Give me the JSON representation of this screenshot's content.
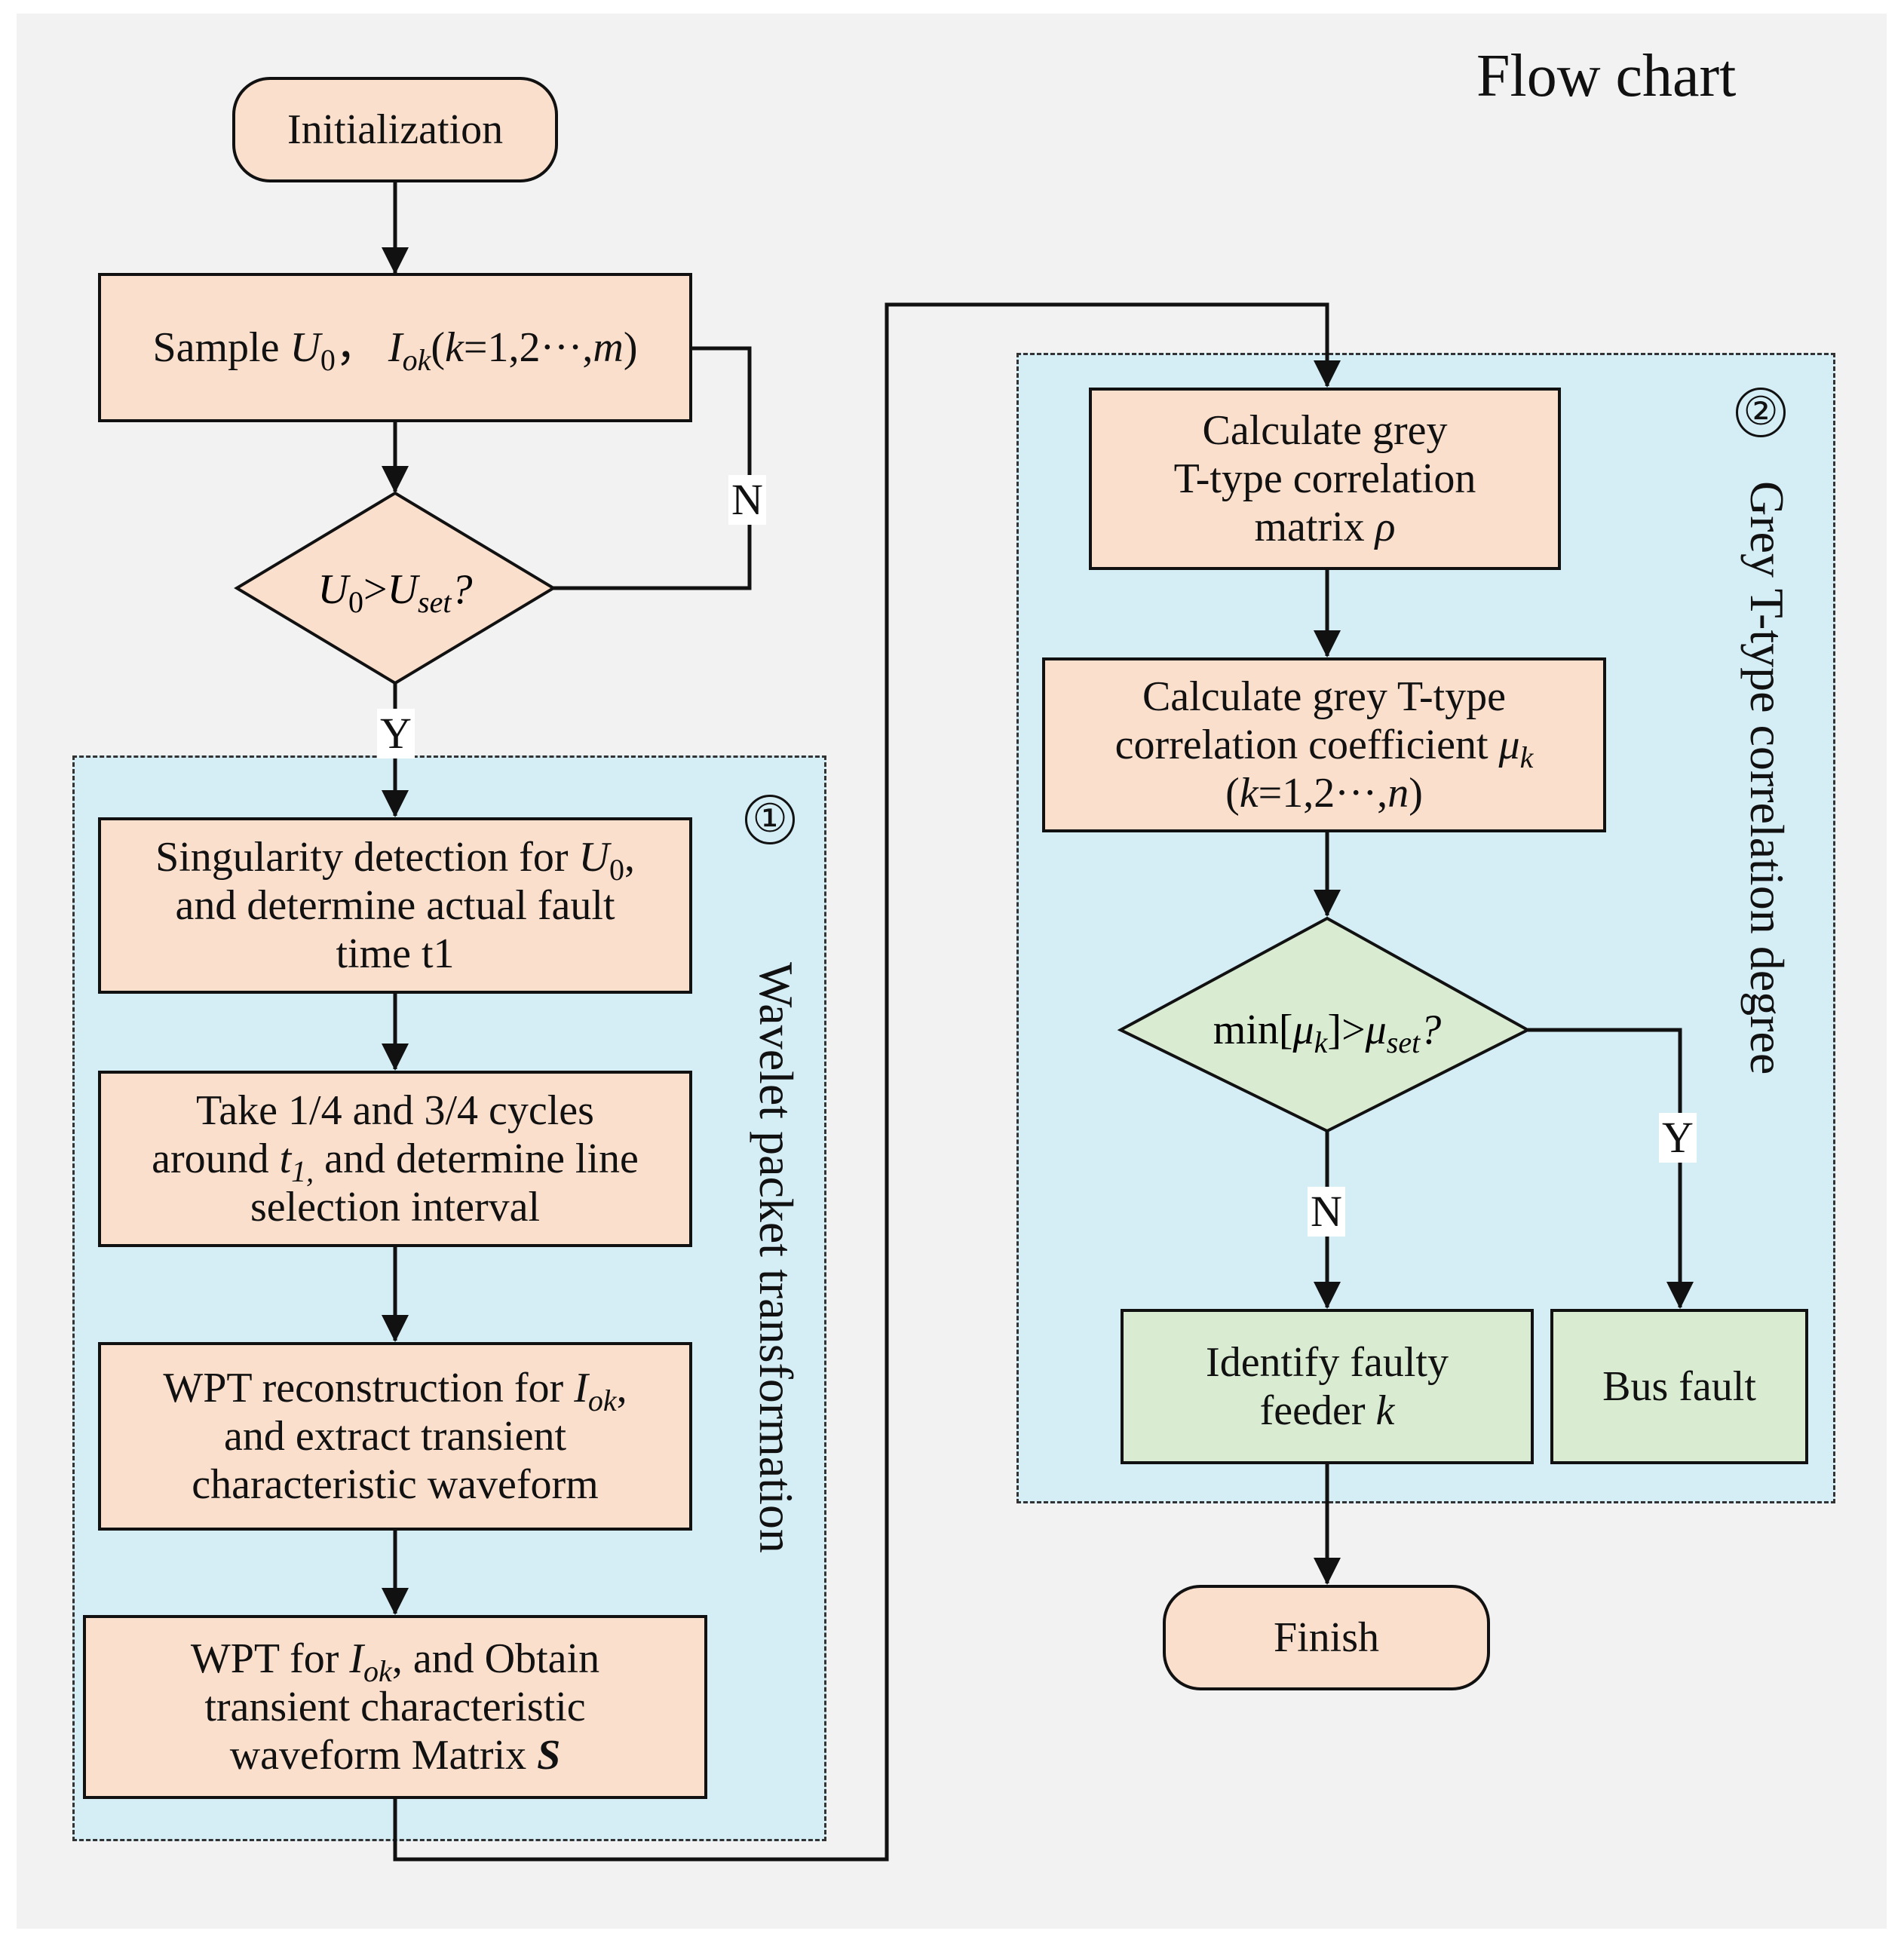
{
  "title": "Flow chart",
  "regions": {
    "wavelet": {
      "number": "①",
      "label": "Wavelet packet transformation"
    },
    "grey": {
      "number": "②",
      "label": "Grey T-type correlation degree"
    }
  },
  "nodes": {
    "init": "Initialization",
    "sample": {
      "text": "Sample",
      "u": "U",
      "u_sub": "0",
      "sep": "，",
      "i": "I",
      "i_sub": "ok",
      "range_open": "(",
      "k": "k",
      "range_mid": "=1,2···,",
      "m": "m",
      "range_close": ")"
    },
    "decision1": {
      "u": "U",
      "u_sub": "0",
      "op": ">",
      "u2": "U",
      "u2_sub": "set",
      "q": "?"
    },
    "singularity": {
      "line1_text": "Singularity detection for ",
      "line1_var": "U",
      "line1_sub": "0",
      "line1_end": ",",
      "line2": "and determine actual fault",
      "line3": "time t1"
    },
    "take": {
      "line1": "Take 1/4 and 3/4 cycles",
      "line2_a": "around ",
      "line2_var": "t",
      "line2_sub": "1,",
      "line2_b": " and determine line",
      "line3": "selection interval"
    },
    "wpt_recon": {
      "line1_text": "WPT reconstruction for ",
      "line1_var": "I",
      "line1_sub": "ok",
      "line1_end": ",",
      "line2": "and extract transient",
      "line3": "characteristic waveform"
    },
    "wpt": {
      "line1_a": "WPT for ",
      "line1_var": "I",
      "line1_sub": "ok",
      "line1_b": ", and Obtain",
      "line2": "transient characteristic",
      "line3_text": "waveform Matrix ",
      "line3_var": "S"
    },
    "calc_matrix": {
      "line1": "Calculate grey",
      "line2": "T-type correlation",
      "line3_text": "matrix ",
      "line3_var": "ρ"
    },
    "calc_coef": {
      "line1": "Calculate grey T-type",
      "line2_text": "correlation coefficient ",
      "line2_var": "μ",
      "line2_sub": "k",
      "line3_open": "(",
      "line3_k": "k",
      "line3_mid": "=1,2···,",
      "line3_n": "n",
      "line3_close": ")"
    },
    "decision2": {
      "a": "min[",
      "mu": "μ",
      "mu_sub": "k",
      "b": "]>",
      "mu2": "μ",
      "mu2_sub": "set",
      "q": "?"
    },
    "identify": {
      "line1": "Identify faulty",
      "line2_text": "feeder ",
      "line2_var": "k"
    },
    "bus": "Bus fault",
    "finish": "Finish"
  },
  "edge_labels": {
    "n1": "N",
    "y1": "Y",
    "n2": "N",
    "y2": "Y"
  }
}
